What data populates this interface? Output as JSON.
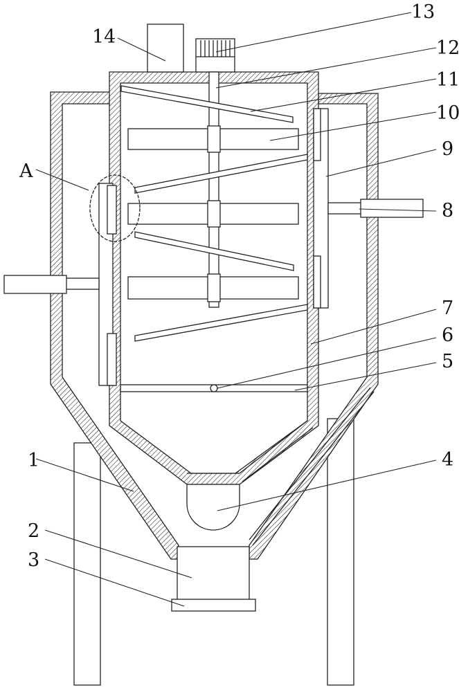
{
  "figure": {
    "labels": {
      "l1": "1",
      "l2": "2",
      "l3": "3",
      "l4": "4",
      "l5": "5",
      "l6": "6",
      "l7": "7",
      "l8": "8",
      "l9": "9",
      "l10": "10",
      "l11": "11",
      "l12": "12",
      "l13": "13",
      "l14": "14",
      "lA": "A"
    }
  }
}
